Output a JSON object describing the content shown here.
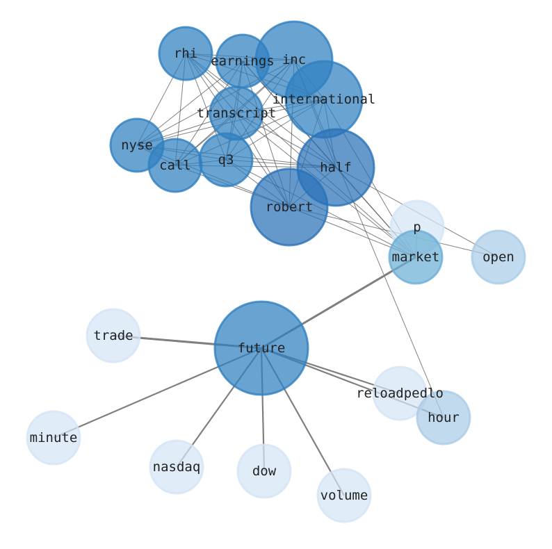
{
  "nodes": [
    {
      "id": "rhi",
      "label": "rhi",
      "level": "dark"
    },
    {
      "id": "earnings",
      "label": "earnings",
      "level": "dark"
    },
    {
      "id": "inc",
      "label": "inc",
      "level": "dark"
    },
    {
      "id": "international",
      "label": "international",
      "level": "dark"
    },
    {
      "id": "transcript",
      "label": "transcript",
      "level": "dark"
    },
    {
      "id": "nyse",
      "label": "nyse",
      "level": "dark"
    },
    {
      "id": "call",
      "label": "call",
      "level": "dark"
    },
    {
      "id": "q3",
      "label": "q3",
      "level": "dark"
    },
    {
      "id": "half",
      "label": "half",
      "level": "darker"
    },
    {
      "id": "robert",
      "label": "robert",
      "level": "darker"
    },
    {
      "id": "p",
      "label": "p",
      "level": "light"
    },
    {
      "id": "market",
      "label": "market",
      "level": "mid"
    },
    {
      "id": "open",
      "label": "open",
      "level": "pale"
    },
    {
      "id": "future",
      "label": "future",
      "level": "dark"
    },
    {
      "id": "trade",
      "label": "trade",
      "level": "light"
    },
    {
      "id": "reloadpedlo",
      "label": "reloadpedlo",
      "level": "light"
    },
    {
      "id": "hour",
      "label": "hour",
      "level": "pale"
    },
    {
      "id": "minute",
      "label": "minute",
      "level": "light"
    },
    {
      "id": "nasdaq",
      "label": "nasdaq",
      "level": "light"
    },
    {
      "id": "dow",
      "label": "dow",
      "level": "light"
    },
    {
      "id": "volume",
      "label": "volume",
      "level": "light"
    }
  ],
  "cluster": [
    "rhi",
    "earnings",
    "inc",
    "international",
    "transcript",
    "nyse",
    "call",
    "q3",
    "half",
    "robert"
  ],
  "edges": [
    [
      "rhi",
      "market",
      1
    ],
    [
      "earnings",
      "market",
      1
    ],
    [
      "transcript",
      "market",
      1
    ],
    [
      "international",
      "market",
      1
    ],
    [
      "half",
      "market",
      1
    ],
    [
      "robert",
      "market",
      1
    ],
    [
      "q3",
      "market",
      1
    ],
    [
      "half",
      "open",
      1
    ],
    [
      "robert",
      "open",
      1
    ],
    [
      "inc",
      "hour",
      1
    ],
    [
      "market",
      "p",
      1
    ],
    [
      "future",
      "market",
      3
    ],
    [
      "future",
      "trade",
      3
    ],
    [
      "future",
      "minute",
      2
    ],
    [
      "future",
      "nasdaq",
      2
    ],
    [
      "future",
      "dow",
      2
    ],
    [
      "future",
      "volume",
      2
    ],
    [
      "future",
      "reloadpedlo",
      2
    ],
    [
      "future",
      "hour",
      2
    ]
  ],
  "colors": {
    "dark": "#2f7fc1",
    "darker": "#2a72b8",
    "mid": "#6baed6",
    "pale": "#a9cce6",
    "light": "#d4e4f5",
    "edge": "#555555"
  }
}
